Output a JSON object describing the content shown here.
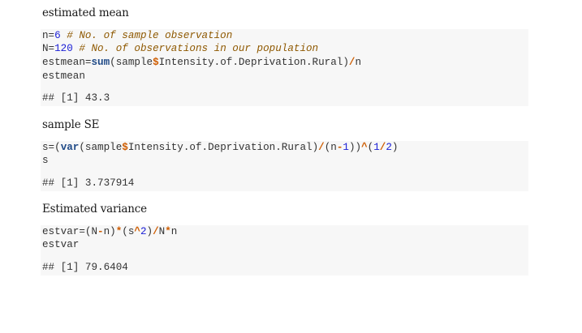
{
  "sections": [
    {
      "heading": "estimated mean",
      "code": [
        [
          {
            "t": "n=",
            "c": "plain"
          },
          {
            "t": "6",
            "c": "num"
          },
          {
            "t": " ",
            "c": "plain"
          },
          {
            "t": "# No. of sample observation",
            "c": "comment"
          }
        ],
        [
          {
            "t": "N=",
            "c": "plain"
          },
          {
            "t": "120",
            "c": "num"
          },
          {
            "t": " ",
            "c": "plain"
          },
          {
            "t": "# No. of observations in our population",
            "c": "comment"
          }
        ],
        [
          {
            "t": "estmean=",
            "c": "plain"
          },
          {
            "t": "sum",
            "c": "fn"
          },
          {
            "t": "(sample",
            "c": "plain"
          },
          {
            "t": "$",
            "c": "op"
          },
          {
            "t": "Intensity.of.Deprivation.Rural)",
            "c": "plain"
          },
          {
            "t": "/",
            "c": "op"
          },
          {
            "t": "n",
            "c": "plain"
          }
        ],
        [
          {
            "t": "estmean",
            "c": "plain"
          }
        ]
      ],
      "output": "## [1] 43.3"
    },
    {
      "heading": "sample SE",
      "code": [
        [
          {
            "t": "s=(",
            "c": "plain"
          },
          {
            "t": "var",
            "c": "fn"
          },
          {
            "t": "(sample",
            "c": "plain"
          },
          {
            "t": "$",
            "c": "op"
          },
          {
            "t": "Intensity.of.Deprivation.Rural)",
            "c": "plain"
          },
          {
            "t": "/",
            "c": "op"
          },
          {
            "t": "(n",
            "c": "plain"
          },
          {
            "t": "-",
            "c": "op"
          },
          {
            "t": "1",
            "c": "num"
          },
          {
            "t": "))",
            "c": "plain"
          },
          {
            "t": "^",
            "c": "op"
          },
          {
            "t": "(",
            "c": "plain"
          },
          {
            "t": "1",
            "c": "num"
          },
          {
            "t": "/",
            "c": "op"
          },
          {
            "t": "2",
            "c": "num"
          },
          {
            "t": ")",
            "c": "plain"
          }
        ],
        [
          {
            "t": "s",
            "c": "plain"
          }
        ]
      ],
      "output": "## [1] 3.737914"
    },
    {
      "heading": "Estimated variance",
      "code": [
        [
          {
            "t": "estvar=(N",
            "c": "plain"
          },
          {
            "t": "-",
            "c": "op"
          },
          {
            "t": "n)",
            "c": "plain"
          },
          {
            "t": "*",
            "c": "op"
          },
          {
            "t": "(s",
            "c": "plain"
          },
          {
            "t": "^",
            "c": "op"
          },
          {
            "t": "2",
            "c": "num"
          },
          {
            "t": ")",
            "c": "plain"
          },
          {
            "t": "/",
            "c": "op"
          },
          {
            "t": "N",
            "c": "plain"
          },
          {
            "t": "*",
            "c": "op"
          },
          {
            "t": "n",
            "c": "plain"
          }
        ],
        [
          {
            "t": "estvar",
            "c": "plain"
          }
        ]
      ],
      "output": "## [1] 79.6404"
    }
  ],
  "colors": {
    "code_background": "#f7f7f7",
    "number": "#1c20d6",
    "comment": "#8f5902",
    "function": "#204a87",
    "operator": "#ce5c00",
    "text": "#333333"
  }
}
